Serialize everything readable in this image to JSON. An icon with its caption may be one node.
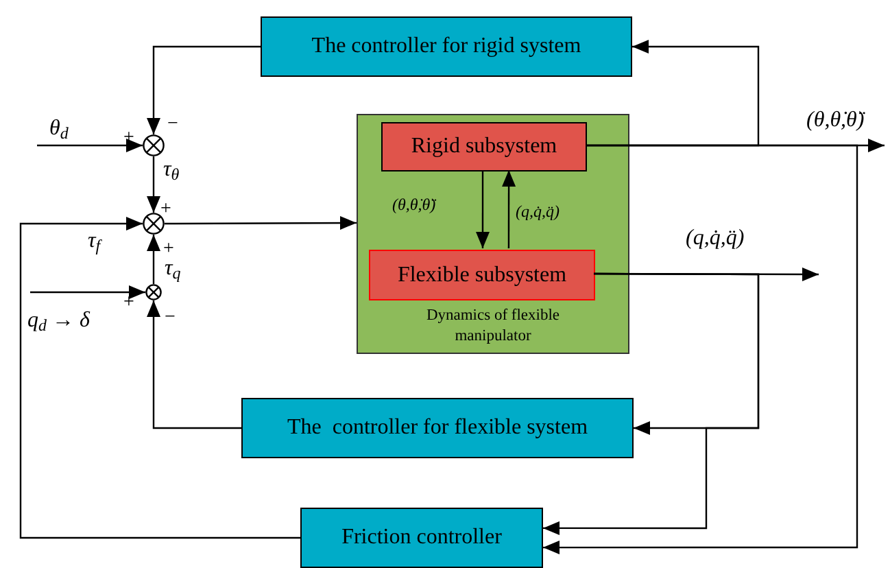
{
  "diagram": {
    "nodes": [
      {
        "text": [
          "The controller for rigid system"
        ]
      },
      {
        "text": [],
        "shape": "circle"
      },
      {
        "text": [],
        "shape": "circle"
      },
      {
        "text": [],
        "shape": "circle"
      },
      {
        "text": [
          "Dynamics of flexible manipulator"
        ]
      },
      {
        "text": [
          "Rigid subsystem"
        ],
        "in": 4
      },
      {
        "text": [
          "Flexible subsystem"
        ],
        "in": 4
      },
      {
        "text": [
          "The  controller for flexible system"
        ]
      },
      {
        "text": [
          "Friction controller"
        ]
      }
    ],
    "edges": [
      {
        "from": 0,
        "to": 1,
        "arrow": "to"
      },
      {
        "from": null,
        "to": 1,
        "arrow": "to",
        "label": "θ$_{d}$"
      },
      {
        "from": 1,
        "to": 2,
        "arrow": "to",
        "label": "τ$_{θ}$"
      },
      {
        "from": 3,
        "to": 2,
        "arrow": "to",
        "label": "τ$_{q}$"
      },
      {
        "from": 8,
        "to": 2,
        "arrow": "to",
        "label": "τ$_{f}$"
      },
      {
        "from": null,
        "to": 3,
        "arrow": "to",
        "label": "q$_{d}$ → δ"
      },
      {
        "from": 7,
        "to": 3,
        "arrow": "to"
      },
      {
        "from": 2,
        "to": 4,
        "arrow": "to"
      },
      {
        "from": 5,
        "to": 6,
        "arrow": "to",
        "label": "(θ,θ̇,θ̈)"
      },
      {
        "from": 6,
        "to": 5,
        "arrow": "to",
        "label": "(q,q̇,q̈)"
      },
      {
        "from": 5,
        "to": null,
        "arrow": "to",
        "label": "(θ,θ̇,θ̈)"
      },
      {
        "from": 5,
        "to": 0,
        "arrow": "to"
      },
      {
        "from": 5,
        "to": 8,
        "arrow": "to"
      },
      {
        "from": 6,
        "to": null,
        "arrow": "to",
        "label": "(q,q̇,q̈)"
      },
      {
        "from": 6,
        "to": 7,
        "arrow": "to"
      },
      {
        "from": 6,
        "to": 8,
        "arrow": "to"
      }
    ],
    "labels": [
      "−",
      "+",
      "+",
      "+",
      "+",
      "−"
    ]
  }
}
